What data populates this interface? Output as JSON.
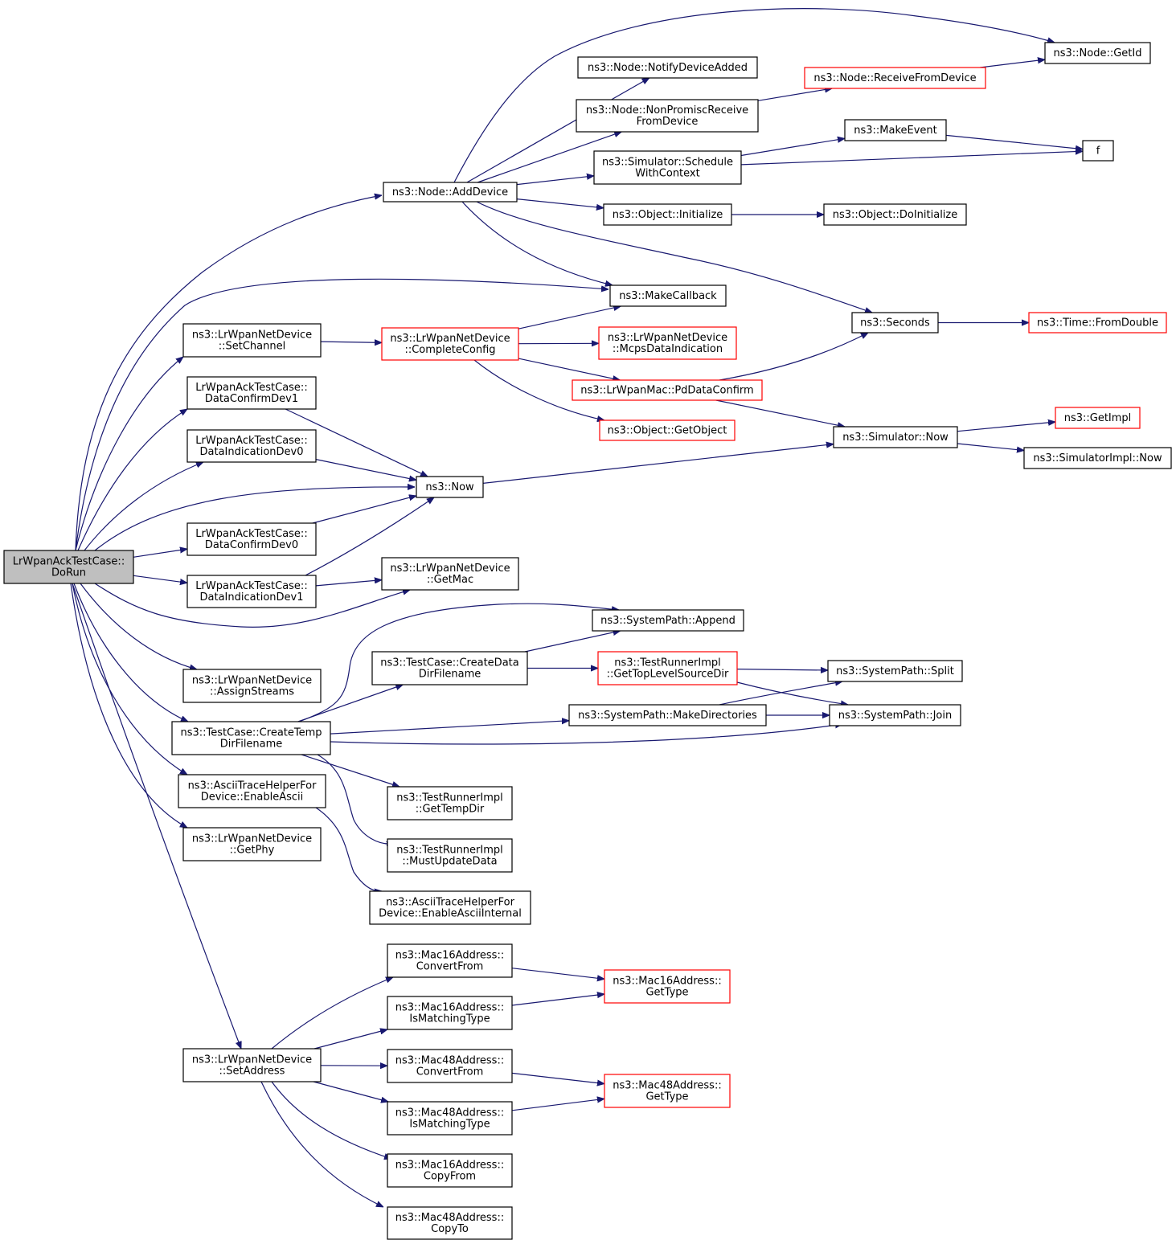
{
  "colors": {
    "edge": "#191970",
    "border_normal": "#000000",
    "border_truncated": "#ff0000",
    "fill_normal": "#ffffff",
    "fill_root": "#bfbfbf"
  },
  "nodes": [
    {
      "id": "dorun",
      "lines": [
        "LrWpanAckTestCase::",
        "DoRun"
      ],
      "kind": "root"
    },
    {
      "id": "addDevice",
      "lines": [
        "ns3::Node::AddDevice"
      ],
      "kind": "normal"
    },
    {
      "id": "notifyDeviceAdded",
      "lines": [
        "ns3::Node::NotifyDeviceAdded"
      ],
      "kind": "normal"
    },
    {
      "id": "nonPromisc",
      "lines": [
        "ns3::Node::NonPromiscReceive",
        "FromDevice"
      ],
      "kind": "normal"
    },
    {
      "id": "receiveFromDevice",
      "lines": [
        "ns3::Node::ReceiveFromDevice"
      ],
      "kind": "truncated"
    },
    {
      "id": "getId",
      "lines": [
        "ns3::Node::GetId"
      ],
      "kind": "normal"
    },
    {
      "id": "scheduleWithContext",
      "lines": [
        "ns3::Simulator::Schedule",
        "WithContext"
      ],
      "kind": "normal"
    },
    {
      "id": "makeEvent",
      "lines": [
        "ns3::MakeEvent"
      ],
      "kind": "normal"
    },
    {
      "id": "f",
      "lines": [
        "f"
      ],
      "kind": "normal"
    },
    {
      "id": "objInitialize",
      "lines": [
        "ns3::Object::Initialize"
      ],
      "kind": "normal"
    },
    {
      "id": "objDoInitialize",
      "lines": [
        "ns3::Object::DoInitialize"
      ],
      "kind": "normal"
    },
    {
      "id": "makeCallback",
      "lines": [
        "ns3::MakeCallback"
      ],
      "kind": "normal"
    },
    {
      "id": "seconds",
      "lines": [
        "ns3::Seconds"
      ],
      "kind": "normal"
    },
    {
      "id": "fromDouble",
      "lines": [
        "ns3::Time::FromDouble"
      ],
      "kind": "truncated"
    },
    {
      "id": "setChannel",
      "lines": [
        "ns3::LrWpanNetDevice",
        "::SetChannel"
      ],
      "kind": "normal"
    },
    {
      "id": "completeConfig",
      "lines": [
        "ns3::LrWpanNetDevice",
        "::CompleteConfig"
      ],
      "kind": "truncated"
    },
    {
      "id": "mcpsDataIndication",
      "lines": [
        "ns3::LrWpanNetDevice",
        "::McpsDataIndication"
      ],
      "kind": "truncated"
    },
    {
      "id": "pdDataConfirm",
      "lines": [
        "ns3::LrWpanMac::PdDataConfirm"
      ],
      "kind": "truncated"
    },
    {
      "id": "getObject",
      "lines": [
        "ns3::Object::GetObject"
      ],
      "kind": "truncated"
    },
    {
      "id": "simNow",
      "lines": [
        "ns3::Simulator::Now"
      ],
      "kind": "normal"
    },
    {
      "id": "getImpl",
      "lines": [
        "ns3::GetImpl"
      ],
      "kind": "truncated"
    },
    {
      "id": "simImplNow",
      "lines": [
        "ns3::SimulatorImpl::Now"
      ],
      "kind": "normal"
    },
    {
      "id": "dataConfirmDev1",
      "lines": [
        "LrWpanAckTestCase::",
        "DataConfirmDev1"
      ],
      "kind": "normal"
    },
    {
      "id": "dataIndicationDev0",
      "lines": [
        "LrWpanAckTestCase::",
        "DataIndicationDev0"
      ],
      "kind": "normal"
    },
    {
      "id": "now",
      "lines": [
        "ns3::Now"
      ],
      "kind": "normal"
    },
    {
      "id": "dataConfirmDev0",
      "lines": [
        "LrWpanAckTestCase::",
        "DataConfirmDev0"
      ],
      "kind": "normal"
    },
    {
      "id": "dataIndicationDev1",
      "lines": [
        "LrWpanAckTestCase::",
        "DataIndicationDev1"
      ],
      "kind": "normal"
    },
    {
      "id": "getMac",
      "lines": [
        "ns3::LrWpanNetDevice",
        "::GetMac"
      ],
      "kind": "normal"
    },
    {
      "id": "sysAppend",
      "lines": [
        "ns3::SystemPath::Append"
      ],
      "kind": "normal"
    },
    {
      "id": "createDataDirFilename",
      "lines": [
        "ns3::TestCase::CreateData",
        "DirFilename"
      ],
      "kind": "normal"
    },
    {
      "id": "getTopLevelSourceDir",
      "lines": [
        "ns3::TestRunnerImpl",
        "::GetTopLevelSourceDir"
      ],
      "kind": "truncated"
    },
    {
      "id": "sysSplit",
      "lines": [
        "ns3::SystemPath::Split"
      ],
      "kind": "normal"
    },
    {
      "id": "assignStreams",
      "lines": [
        "ns3::LrWpanNetDevice",
        "::AssignStreams"
      ],
      "kind": "normal"
    },
    {
      "id": "makeDirectories",
      "lines": [
        "ns3::SystemPath::MakeDirectories"
      ],
      "kind": "normal"
    },
    {
      "id": "sysJoin",
      "lines": [
        "ns3::SystemPath::Join"
      ],
      "kind": "normal"
    },
    {
      "id": "createTempDirFilename",
      "lines": [
        "ns3::TestCase::CreateTemp",
        "DirFilename"
      ],
      "kind": "normal"
    },
    {
      "id": "enableAscii",
      "lines": [
        "ns3::AsciiTraceHelperFor",
        "Device::EnableAscii"
      ],
      "kind": "normal"
    },
    {
      "id": "getTempDir",
      "lines": [
        "ns3::TestRunnerImpl",
        "::GetTempDir"
      ],
      "kind": "normal"
    },
    {
      "id": "getPhy",
      "lines": [
        "ns3::LrWpanNetDevice",
        "::GetPhy"
      ],
      "kind": "normal"
    },
    {
      "id": "mustUpdateData",
      "lines": [
        "ns3::TestRunnerImpl",
        "::MustUpdateData"
      ],
      "kind": "normal"
    },
    {
      "id": "enableAsciiInternal",
      "lines": [
        "ns3::AsciiTraceHelperFor",
        "Device::EnableAsciiInternal"
      ],
      "kind": "normal"
    },
    {
      "id": "mac16ConvertFrom",
      "lines": [
        "ns3::Mac16Address::",
        "ConvertFrom"
      ],
      "kind": "normal"
    },
    {
      "id": "mac16GetType",
      "lines": [
        "ns3::Mac16Address::",
        "GetType"
      ],
      "kind": "truncated"
    },
    {
      "id": "mac16IsMatchingType",
      "lines": [
        "ns3::Mac16Address::",
        "IsMatchingType"
      ],
      "kind": "normal"
    },
    {
      "id": "setAddress",
      "lines": [
        "ns3::LrWpanNetDevice",
        "::SetAddress"
      ],
      "kind": "normal"
    },
    {
      "id": "mac48ConvertFrom",
      "lines": [
        "ns3::Mac48Address::",
        "ConvertFrom"
      ],
      "kind": "normal"
    },
    {
      "id": "mac48GetType",
      "lines": [
        "ns3::Mac48Address::",
        "GetType"
      ],
      "kind": "truncated"
    },
    {
      "id": "mac48IsMatchingType",
      "lines": [
        "ns3::Mac48Address::",
        "IsMatchingType"
      ],
      "kind": "normal"
    },
    {
      "id": "mac16CopyFrom",
      "lines": [
        "ns3::Mac16Address::",
        "CopyFrom"
      ],
      "kind": "normal"
    },
    {
      "id": "mac48CopyTo",
      "lines": [
        "ns3::Mac48Address::",
        "CopyTo"
      ],
      "kind": "normal"
    }
  ],
  "edges": [
    [
      "dorun",
      "addDevice"
    ],
    [
      "dorun",
      "makeCallback"
    ],
    [
      "dorun",
      "setChannel"
    ],
    [
      "dorun",
      "dataConfirmDev1"
    ],
    [
      "dorun",
      "dataIndicationDev0"
    ],
    [
      "dorun",
      "now"
    ],
    [
      "dorun",
      "dataConfirmDev0"
    ],
    [
      "dorun",
      "dataIndicationDev1"
    ],
    [
      "dorun",
      "getMac"
    ],
    [
      "dorun",
      "assignStreams"
    ],
    [
      "dorun",
      "createTempDirFilename"
    ],
    [
      "dorun",
      "enableAscii"
    ],
    [
      "dorun",
      "getPhy"
    ],
    [
      "dorun",
      "setAddress"
    ],
    [
      "addDevice",
      "getId"
    ],
    [
      "addDevice",
      "notifyDeviceAdded"
    ],
    [
      "addDevice",
      "nonPromisc"
    ],
    [
      "addDevice",
      "scheduleWithContext"
    ],
    [
      "addDevice",
      "objInitialize"
    ],
    [
      "addDevice",
      "makeCallback"
    ],
    [
      "addDevice",
      "seconds"
    ],
    [
      "nonPromisc",
      "receiveFromDevice"
    ],
    [
      "receiveFromDevice",
      "getId"
    ],
    [
      "scheduleWithContext",
      "makeEvent"
    ],
    [
      "scheduleWithContext",
      "f"
    ],
    [
      "makeEvent",
      "f"
    ],
    [
      "objInitialize",
      "objDoInitialize"
    ],
    [
      "seconds",
      "fromDouble"
    ],
    [
      "setChannel",
      "completeConfig"
    ],
    [
      "completeConfig",
      "makeCallback"
    ],
    [
      "completeConfig",
      "mcpsDataIndication"
    ],
    [
      "completeConfig",
      "pdDataConfirm"
    ],
    [
      "completeConfig",
      "getObject"
    ],
    [
      "pdDataConfirm",
      "seconds"
    ],
    [
      "pdDataConfirm",
      "simNow"
    ],
    [
      "simNow",
      "getImpl"
    ],
    [
      "simNow",
      "simImplNow"
    ],
    [
      "dataConfirmDev1",
      "now"
    ],
    [
      "dataIndicationDev0",
      "now"
    ],
    [
      "dataConfirmDev0",
      "now"
    ],
    [
      "dataIndicationDev1",
      "now"
    ],
    [
      "dataIndicationDev1",
      "getMac"
    ],
    [
      "now",
      "simNow"
    ],
    [
      "createTempDirFilename",
      "sysAppend"
    ],
    [
      "createTempDirFilename",
      "createDataDirFilename"
    ],
    [
      "createTempDirFilename",
      "makeDirectories"
    ],
    [
      "createTempDirFilename",
      "sysJoin"
    ],
    [
      "createTempDirFilename",
      "getTempDir"
    ],
    [
      "createTempDirFilename",
      "mustUpdateData"
    ],
    [
      "createDataDirFilename",
      "sysAppend"
    ],
    [
      "createDataDirFilename",
      "getTopLevelSourceDir"
    ],
    [
      "getTopLevelSourceDir",
      "sysSplit"
    ],
    [
      "getTopLevelSourceDir",
      "sysJoin"
    ],
    [
      "makeDirectories",
      "sysSplit"
    ],
    [
      "makeDirectories",
      "sysJoin"
    ],
    [
      "enableAscii",
      "enableAsciiInternal"
    ],
    [
      "setAddress",
      "mac16ConvertFrom"
    ],
    [
      "setAddress",
      "mac16IsMatchingType"
    ],
    [
      "setAddress",
      "mac48ConvertFrom"
    ],
    [
      "setAddress",
      "mac48IsMatchingType"
    ],
    [
      "setAddress",
      "mac16CopyFrom"
    ],
    [
      "setAddress",
      "mac48CopyTo"
    ],
    [
      "mac16ConvertFrom",
      "mac16GetType"
    ],
    [
      "mac16IsMatchingType",
      "mac16GetType"
    ],
    [
      "mac48ConvertFrom",
      "mac48GetType"
    ],
    [
      "mac48IsMatchingType",
      "mac48GetType"
    ]
  ]
}
